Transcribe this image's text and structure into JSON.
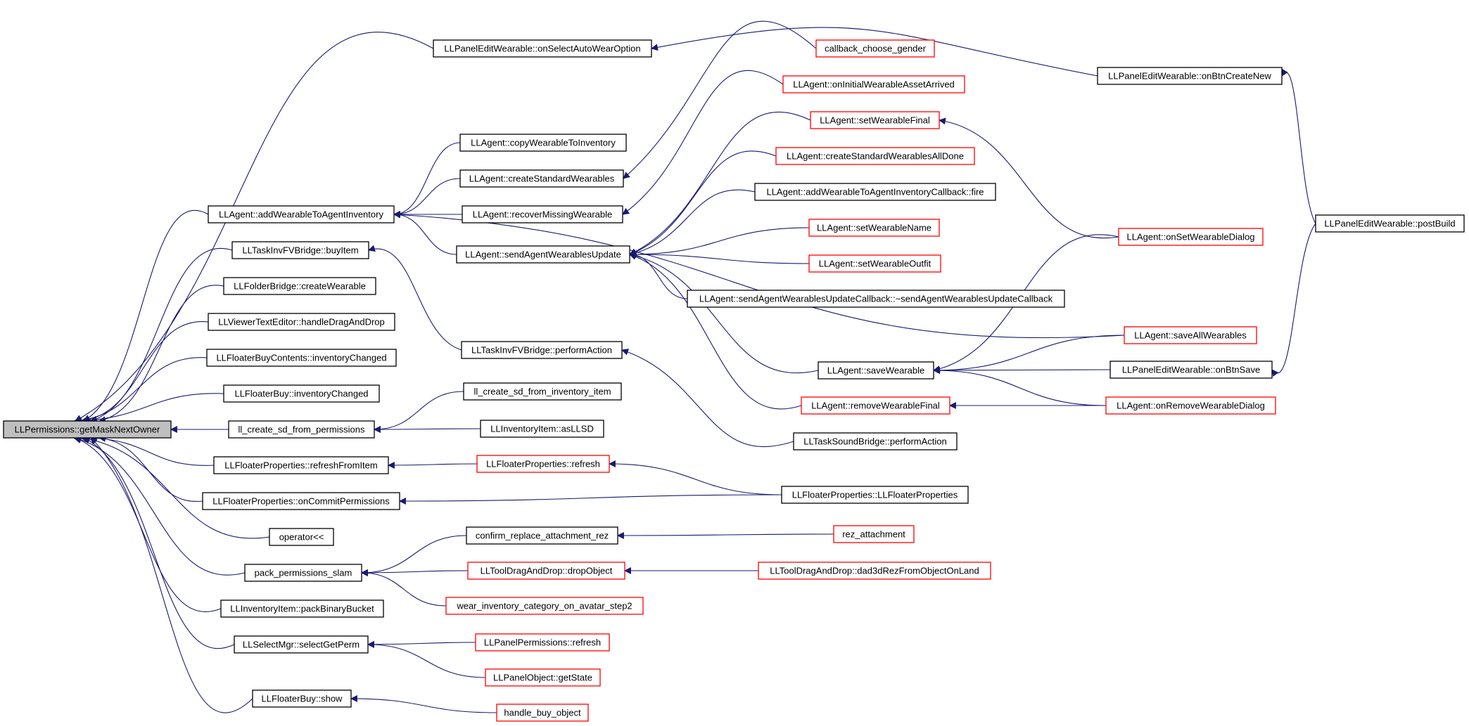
{
  "colors": {
    "edge": "#191970",
    "border": "#000000",
    "border_incomplete": "#ff0000",
    "root_fill": "#bfbfbf"
  },
  "nodes": [
    {
      "id": "root",
      "label": "LLPermissions::getMaskNextOwner"
    },
    {
      "id": "pew_sel",
      "label": "LLPanelEditWearable::onSelectAutoWearOption"
    },
    {
      "id": "add_wear",
      "label": "LLAgent::addWearableToAgentInventory"
    },
    {
      "id": "tb_buy",
      "label": "LLTaskInvFVBridge::buyItem"
    },
    {
      "id": "fb_cw",
      "label": "LLFolderBridge::createWearable"
    },
    {
      "id": "vte",
      "label": "LLViewerTextEditor::handleDragAndDrop"
    },
    {
      "id": "fbc_ic",
      "label": "LLFloaterBuyContents::inventoryChanged"
    },
    {
      "id": "fb_ic",
      "label": "LLFloaterBuy::inventoryChanged"
    },
    {
      "id": "ll_sd_perm",
      "label": "ll_create_sd_from_permissions"
    },
    {
      "id": "fp_rfi",
      "label": "LLFloaterProperties::refreshFromItem"
    },
    {
      "id": "fp_ocp",
      "label": "LLFloaterProperties::onCommitPermissions"
    },
    {
      "id": "op",
      "label": "operator<<"
    },
    {
      "id": "pps",
      "label": "pack_permissions_slam"
    },
    {
      "id": "ii_pbb",
      "label": "LLInventoryItem::packBinaryBucket"
    },
    {
      "id": "sm_sgp",
      "label": "LLSelectMgr::selectGetPerm"
    },
    {
      "id": "fb_show",
      "label": "LLFloaterBuy::show"
    },
    {
      "id": "a_cwti",
      "label": "LLAgent::copyWearableToInventory"
    },
    {
      "id": "a_csw",
      "label": "LLAgent::createStandardWearables"
    },
    {
      "id": "a_rmw",
      "label": "LLAgent::recoverMissingWearable"
    },
    {
      "id": "a_sawu",
      "label": "LLAgent::sendAgentWearablesUpdate"
    },
    {
      "id": "tb_pa",
      "label": "LLTaskInvFVBridge::performAction"
    },
    {
      "id": "ll_sd_item",
      "label": "ll_create_sd_from_inventory_item"
    },
    {
      "id": "ii_asllsd",
      "label": "LLInventoryItem::asLLSD"
    },
    {
      "id": "fp_refresh",
      "label": "LLFloaterProperties::refresh"
    },
    {
      "id": "craz",
      "label": "confirm_replace_attachment_rez"
    },
    {
      "id": "tdd_do",
      "label": "LLToolDragAndDrop::dropObject"
    },
    {
      "id": "wic",
      "label": "wear_inventory_category_on_avatar_step2"
    },
    {
      "id": "pp_refresh",
      "label": "LLPanelPermissions::refresh"
    },
    {
      "id": "po_gs",
      "label": "LLPanelObject::getState"
    },
    {
      "id": "hbo",
      "label": "handle_buy_object"
    },
    {
      "id": "cb_cg",
      "label": "callback_choose_gender"
    },
    {
      "id": "a_oiwaa",
      "label": "LLAgent::onInitialWearableAssetArrived"
    },
    {
      "id": "a_swf",
      "label": "LLAgent::setWearableFinal"
    },
    {
      "id": "a_cswad",
      "label": "LLAgent::createStandardWearablesAllDone"
    },
    {
      "id": "a_awcb",
      "label": "LLAgent::addWearableToAgentInventoryCallback::fire"
    },
    {
      "id": "a_swn",
      "label": "LLAgent::setWearableName"
    },
    {
      "id": "a_swo",
      "label": "LLAgent::setWearableOutfit"
    },
    {
      "id": "a_sawucb",
      "label": "LLAgent::sendAgentWearablesUpdateCallback::~sendAgentWearablesUpdateCallback"
    },
    {
      "id": "a_sw",
      "label": "LLAgent::saveWearable"
    },
    {
      "id": "a_rwf",
      "label": "LLAgent::removeWearableFinal"
    },
    {
      "id": "tsb_pa",
      "label": "LLTaskSoundBridge::performAction"
    },
    {
      "id": "fp_ctor",
      "label": "LLFloaterProperties::LLFloaterProperties"
    },
    {
      "id": "rez",
      "label": "rez_attachment"
    },
    {
      "id": "tdd_d3d",
      "label": "LLToolDragAndDrop::dad3dRezFromObjectOnLand"
    },
    {
      "id": "pew_obcn",
      "label": "LLPanelEditWearable::onBtnCreateNew"
    },
    {
      "id": "a_oswd",
      "label": "LLAgent::onSetWearableDialog"
    },
    {
      "id": "a_saw",
      "label": "LLAgent::saveAllWearables"
    },
    {
      "id": "pew_obs",
      "label": "LLPanelEditWearable::onBtnSave"
    },
    {
      "id": "a_orwd",
      "label": "LLAgent::onRemoveWearableDialog"
    },
    {
      "id": "pew_pb",
      "label": "LLPanelEditWearable::postBuild"
    }
  ]
}
